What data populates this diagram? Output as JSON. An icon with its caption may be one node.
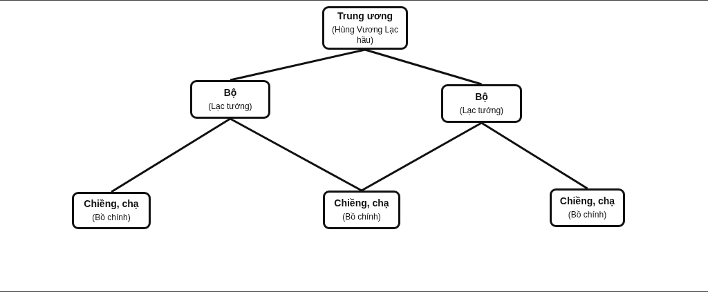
{
  "diagram": {
    "nodes": [
      {
        "text": [
          "Trung ương",
          "(Hùng Vương Lạc hầu)"
        ]
      },
      {
        "text": [
          "Bộ",
          "(Lạc tướng)"
        ]
      },
      {
        "text": [
          "Bộ",
          "(Lạc tướng)"
        ]
      },
      {
        "text": [
          "Chiềng, chạ",
          "(Bồ chính)"
        ]
      },
      {
        "text": [
          "Chiềng, chạ",
          "(Bồ chính)"
        ]
      },
      {
        "text": [
          "Chiềng, chạ",
          "(Bồ chính)"
        ]
      }
    ],
    "edges": [
      {
        "from": 0,
        "to": 1,
        "arrow": "none"
      },
      {
        "from": 0,
        "to": 2,
        "arrow": "none"
      },
      {
        "from": 1,
        "to": 3,
        "arrow": "none"
      },
      {
        "from": 1,
        "to": 4,
        "arrow": "none"
      },
      {
        "from": 2,
        "to": 4,
        "arrow": "none"
      },
      {
        "from": 2,
        "to": 5,
        "arrow": "none"
      }
    ]
  }
}
